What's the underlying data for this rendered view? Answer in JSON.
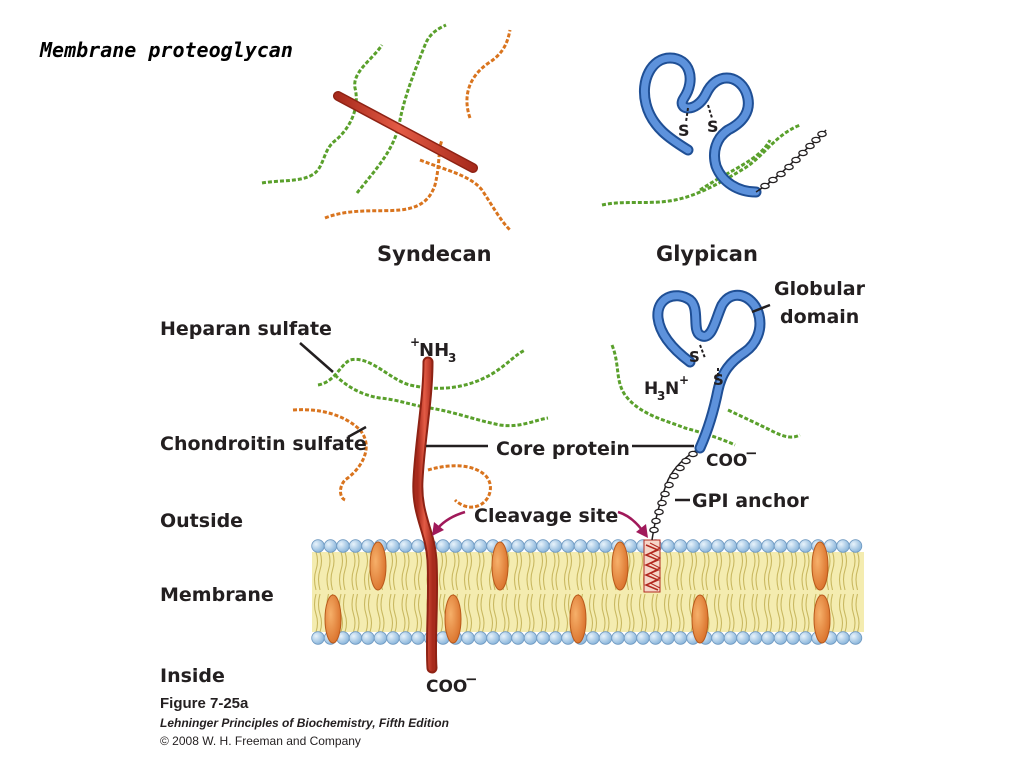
{
  "slide": {
    "title": "Membrane proteoglycan"
  },
  "top": {
    "syndecan_label": "Syndecan",
    "glypican_label": "Glypican",
    "glypican_s1": "S",
    "glypican_s2": "S"
  },
  "bottom": {
    "heparan_sulfate": "Heparan sulfate",
    "chondroitin_sulfate": "Chondroitin sulfate",
    "outside": "Outside",
    "membrane": "Membrane",
    "inside": "Inside",
    "nh3_plus": "+",
    "nh3_text": "NH",
    "nh3_sub": "3",
    "core_protein": "Core protein",
    "cleavage_site": "Cleavage site",
    "coo_bottom": "COO",
    "coo_bottom_minus": "−",
    "coo_right": "COO",
    "coo_right_minus": "−",
    "gpi_anchor": "GPI anchor",
    "globular_line1": "Globular",
    "globular_line2": "domain",
    "h3n_h": "H",
    "h3n_sub": "3",
    "h3n_n": "N",
    "h3n_plus": "+",
    "s1": "S",
    "s2": "S"
  },
  "caption": {
    "figure": "Figure 7-25a",
    "book": "Lehninger Principles of Biochemistry, Fifth Edition",
    "copyright": "© 2008 W. H. Freeman and Company"
  },
  "colors": {
    "heparan": "#5aa02c",
    "chondroitin": "#d9741e",
    "core_protein": "#d23c2a",
    "glypican": "#3a6ec0",
    "lipid_head": "#a8cbe8",
    "lipid_tail": "#f2e9a0",
    "membrane_protein": "#e8883a"
  }
}
